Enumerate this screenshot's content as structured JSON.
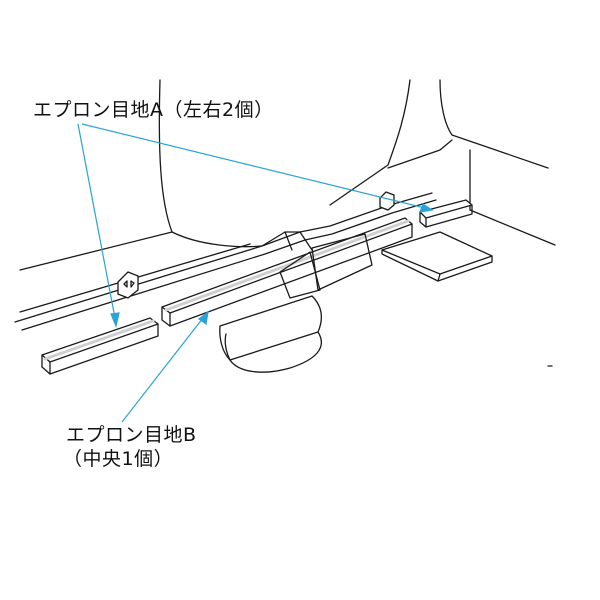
{
  "labels": {
    "joint_a": "エプロン目地A（左右2個）",
    "joint_b_line1": "エプロン目地B",
    "joint_b_line2": "（中央1個）"
  },
  "colors": {
    "leader": "#29a3d6",
    "outline": "#1a1a1a",
    "fill": "#ffffff",
    "strip": "#cfcfcf"
  }
}
